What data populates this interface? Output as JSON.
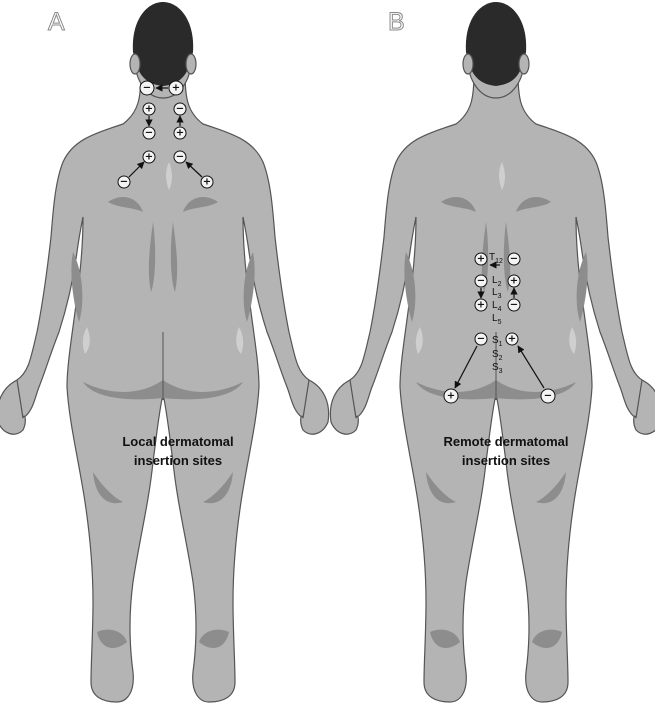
{
  "panels": [
    {
      "letter": "A",
      "caption_line1": "Local dermatomal",
      "caption_line2": "insertion sites"
    },
    {
      "letter": "B",
      "caption_line1": "Remote dermatomal",
      "caption_line2": "insertion sites",
      "segments": {
        "t12": "T",
        "t12_sub": "12",
        "l2": "L",
        "l2_sub": "2",
        "l3": "L",
        "l3_sub": "3",
        "l4": "L",
        "l4_sub": "4",
        "l5": "L",
        "l5_sub": "5",
        "s1": "S",
        "s1_sub": "1",
        "s2": "S",
        "s2_sub": "2",
        "s3": "S",
        "s3_sub": "3"
      }
    }
  ],
  "electrode_signs": {
    "plus": "+",
    "minus": "−"
  },
  "colors": {
    "skin": "#b4b4b4",
    "hair": "#2a2a2a",
    "shading": "#8d8d8d",
    "outline": "#555555"
  }
}
